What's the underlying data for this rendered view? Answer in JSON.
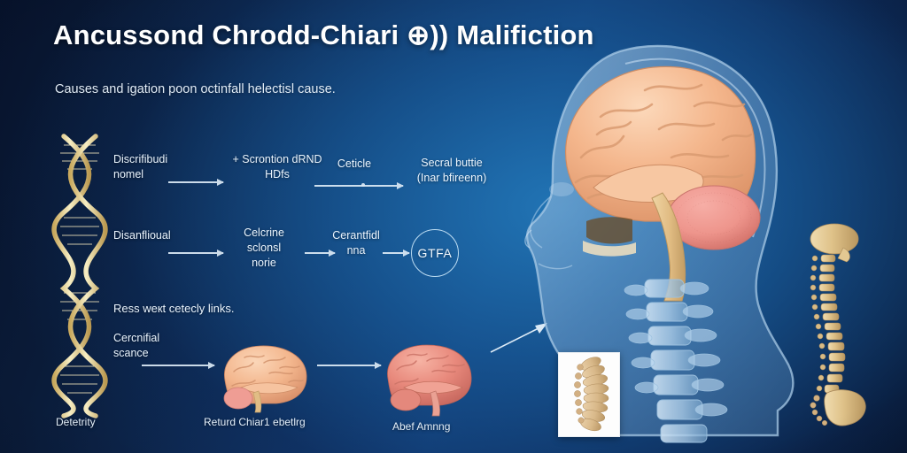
{
  "header": {
    "title": "Ancussond Chrodd-Chiari ⊕)) Malifiction",
    "subtitle": "Causes and igation poon octinfall helectisl cause."
  },
  "diagram": {
    "rows": [
      {
        "name": "row-1",
        "steps": [
          "Discrifibudi\nnomel",
          "+ Scrontion dRND\nHDfs",
          "Ceticle",
          "Secral buttie\n(Inar bfireenn)"
        ]
      },
      {
        "name": "row-2",
        "steps": [
          "Disanflioual",
          "Celcrine\nsclonsl\nnorie",
          "Cerantfidl\nnna"
        ],
        "node_label": "GTFA"
      },
      {
        "name": "row-3",
        "heading": "Ress weкt cetecly links.",
        "steps": [
          "Cercnifial\nscance"
        ]
      }
    ],
    "captions": [
      "Detetrity",
      "Returd Chiar1 ebetlrg",
      "Abef Amnng"
    ]
  },
  "illustrations": {
    "dna_helix": "dna-double-helix",
    "head": "human-head-profile-sagittal",
    "brain_normal": "brain-specimen-peach",
    "brain_affected": "brain-specimen-salmon",
    "spine_full": "full-spine-skeleton",
    "inset_spine": "vertebral-column-inset"
  },
  "colors": {
    "background_deep": "#07132c",
    "background_mid": "#123a73",
    "text": "#eaf4fd",
    "brain_peach": "#f2b189",
    "brain_salmon": "#e8897c",
    "cerebellum_pink": "#ef9a94",
    "brainstem_tan": "#e3c08a",
    "bone_gold": "#e8cf9a",
    "head_blue": "#6f9fd0",
    "accent_line": "#dceaf6"
  }
}
